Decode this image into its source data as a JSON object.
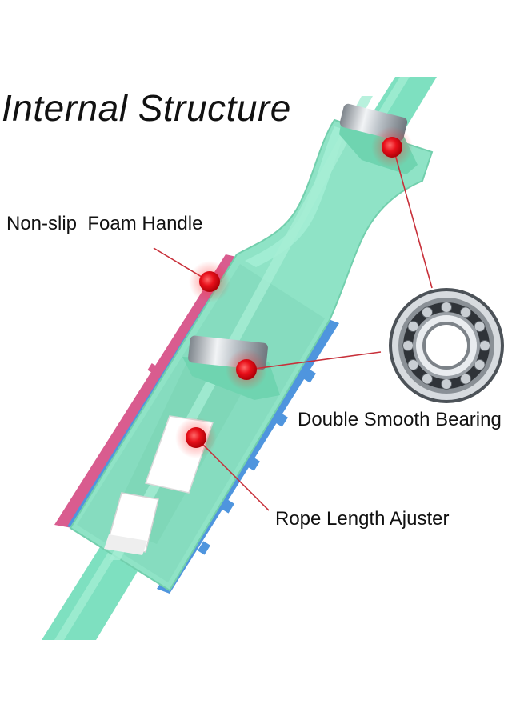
{
  "title": "Internal Structure",
  "callouts": {
    "foam_handle": "Non-slip  Foam Handle",
    "bearing": "Double Smooth Bearing",
    "adjuster": "Rope Length Ajuster"
  },
  "colors": {
    "foam": "#8fe3c6",
    "foam_dark": "#66c9a8",
    "rope": "#7ee0c0",
    "blue_shell": "#4f95de",
    "pink_shell": "#d95c8f",
    "marker": "#e8101a",
    "pointer_line": "#c8303a",
    "metal": "#a9b0b6"
  }
}
